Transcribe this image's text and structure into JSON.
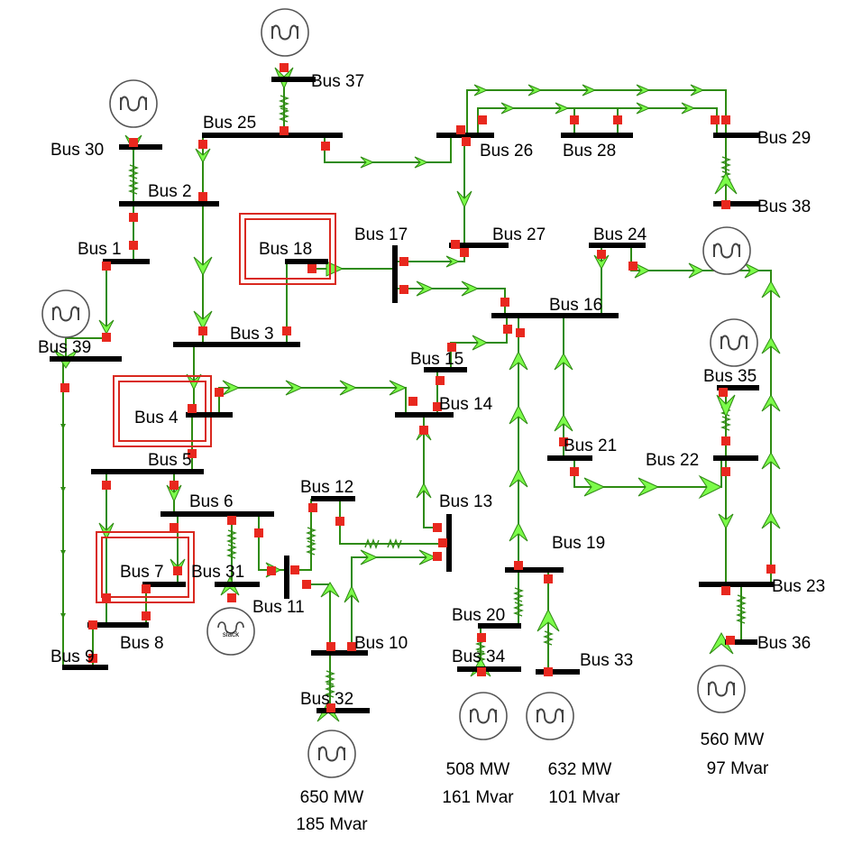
{
  "colors": {
    "bus": "#000000",
    "line": "#2e8b12",
    "arrow": "#7cfc4a",
    "breaker": "#e8281e",
    "highlight": "#d9281e",
    "generator_fill": "#ffffff"
  },
  "buses": [
    {
      "id": "bus1",
      "label": "Bus 1"
    },
    {
      "id": "bus2",
      "label": "Bus 2"
    },
    {
      "id": "bus3",
      "label": "Bus 3"
    },
    {
      "id": "bus4",
      "label": "Bus 4"
    },
    {
      "id": "bus5",
      "label": "Bus 5"
    },
    {
      "id": "bus6",
      "label": "Bus 6"
    },
    {
      "id": "bus7",
      "label": "Bus 7"
    },
    {
      "id": "bus8",
      "label": "Bus 8"
    },
    {
      "id": "bus9",
      "label": "Bus 9"
    },
    {
      "id": "bus10",
      "label": "Bus 10"
    },
    {
      "id": "bus11",
      "label": "Bus 11"
    },
    {
      "id": "bus12",
      "label": "Bus 12"
    },
    {
      "id": "bus13",
      "label": "Bus 13"
    },
    {
      "id": "bus14",
      "label": "Bus 14"
    },
    {
      "id": "bus15",
      "label": "Bus 15"
    },
    {
      "id": "bus16",
      "label": "Bus 16"
    },
    {
      "id": "bus17",
      "label": "Bus 17"
    },
    {
      "id": "bus18",
      "label": "Bus 18"
    },
    {
      "id": "bus19",
      "label": "Bus 19"
    },
    {
      "id": "bus20",
      "label": "Bus 20"
    },
    {
      "id": "bus21",
      "label": "Bus 21"
    },
    {
      "id": "bus22",
      "label": "Bus 22"
    },
    {
      "id": "bus23",
      "label": "Bus 23"
    },
    {
      "id": "bus24",
      "label": "Bus 24"
    },
    {
      "id": "bus25",
      "label": "Bus 25"
    },
    {
      "id": "bus26",
      "label": "Bus 26"
    },
    {
      "id": "bus27",
      "label": "Bus 27"
    },
    {
      "id": "bus28",
      "label": "Bus 28"
    },
    {
      "id": "bus29",
      "label": "Bus 29"
    },
    {
      "id": "bus30",
      "label": "Bus 30"
    },
    {
      "id": "bus31",
      "label": "Bus 31"
    },
    {
      "id": "bus32",
      "label": "Bus 32"
    },
    {
      "id": "bus33",
      "label": "Bus 33"
    },
    {
      "id": "bus34",
      "label": "Bus 34"
    },
    {
      "id": "bus35",
      "label": "Bus 35"
    },
    {
      "id": "bus36",
      "label": "Bus 36"
    },
    {
      "id": "bus37",
      "label": "Bus 37"
    },
    {
      "id": "bus38",
      "label": "Bus 38"
    },
    {
      "id": "bus39",
      "label": "Bus 39"
    }
  ],
  "generators": [
    {
      "id": "g30",
      "bus": "Bus 30",
      "icon": "generator-icon"
    },
    {
      "id": "g37",
      "bus": "Bus 37",
      "icon": "generator-icon"
    },
    {
      "id": "g39",
      "bus": "Bus 39",
      "icon": "generator-icon"
    },
    {
      "id": "g38",
      "bus": "Bus 38",
      "icon": "generator-icon"
    },
    {
      "id": "g35",
      "bus": "Bus 35",
      "icon": "generator-icon"
    },
    {
      "id": "g31",
      "bus": "Bus 31",
      "icon": "slack-generator-icon",
      "text": "slack"
    },
    {
      "id": "g32",
      "bus": "Bus 32",
      "icon": "generator-icon",
      "mw": "650 MW",
      "mvar": "185 Mvar"
    },
    {
      "id": "g34",
      "bus": "Bus 34",
      "icon": "generator-icon",
      "mw": "508 MW",
      "mvar": "161 Mvar"
    },
    {
      "id": "g33",
      "bus": "Bus 33",
      "icon": "generator-icon",
      "mw": "632 MW",
      "mvar": "101 Mvar"
    },
    {
      "id": "g36",
      "bus": "Bus 36",
      "icon": "generator-icon",
      "mw": "560 MW",
      "mvar": "97 Mvar"
    }
  ],
  "highlighted_buses": [
    "Bus 18",
    "Bus 4",
    "Bus 7"
  ]
}
